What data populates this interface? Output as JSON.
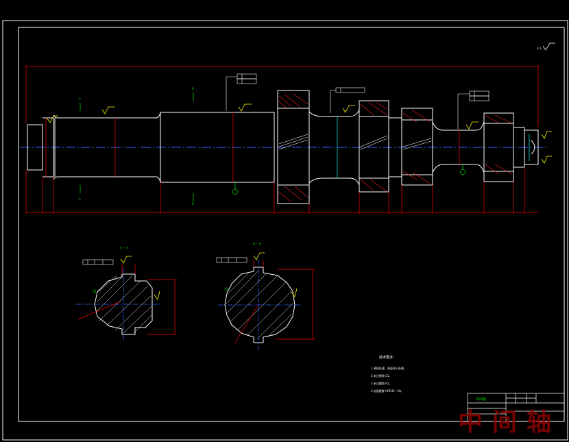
{
  "colors": {
    "background": "#000000",
    "border": "#ffffff",
    "dimension": "#ff0000",
    "centerline": "#3366ff",
    "hatch": "#ff2020",
    "annotation": "#ffff00",
    "label": "#00cc00",
    "cyan": "#00ffff",
    "watermark": "#8b0000"
  },
  "drawing": {
    "roughness_symbol_tl": "3.2",
    "section_label_a": "A",
    "section_label_b": "B",
    "section_view_a_title": "A — A",
    "section_view_b_title": "B — B",
    "section_ref_a": "A",
    "section_ref_b": "B"
  },
  "tech_requirements": {
    "title": "技术要求：",
    "items": [
      "1.调质处理，表面淬火处理。",
      "2.未注倒角 C1。",
      "3.未注圆角 R1。",
      "4.齿面硬度 HRC45—50。"
    ]
  },
  "title_block": {
    "part_name": "中间轴",
    "watermark": "中间轴"
  },
  "icons": {
    "roughness": "roughness-icon",
    "datum": "datum-icon",
    "tolerance": "tolerance-frame-icon"
  }
}
